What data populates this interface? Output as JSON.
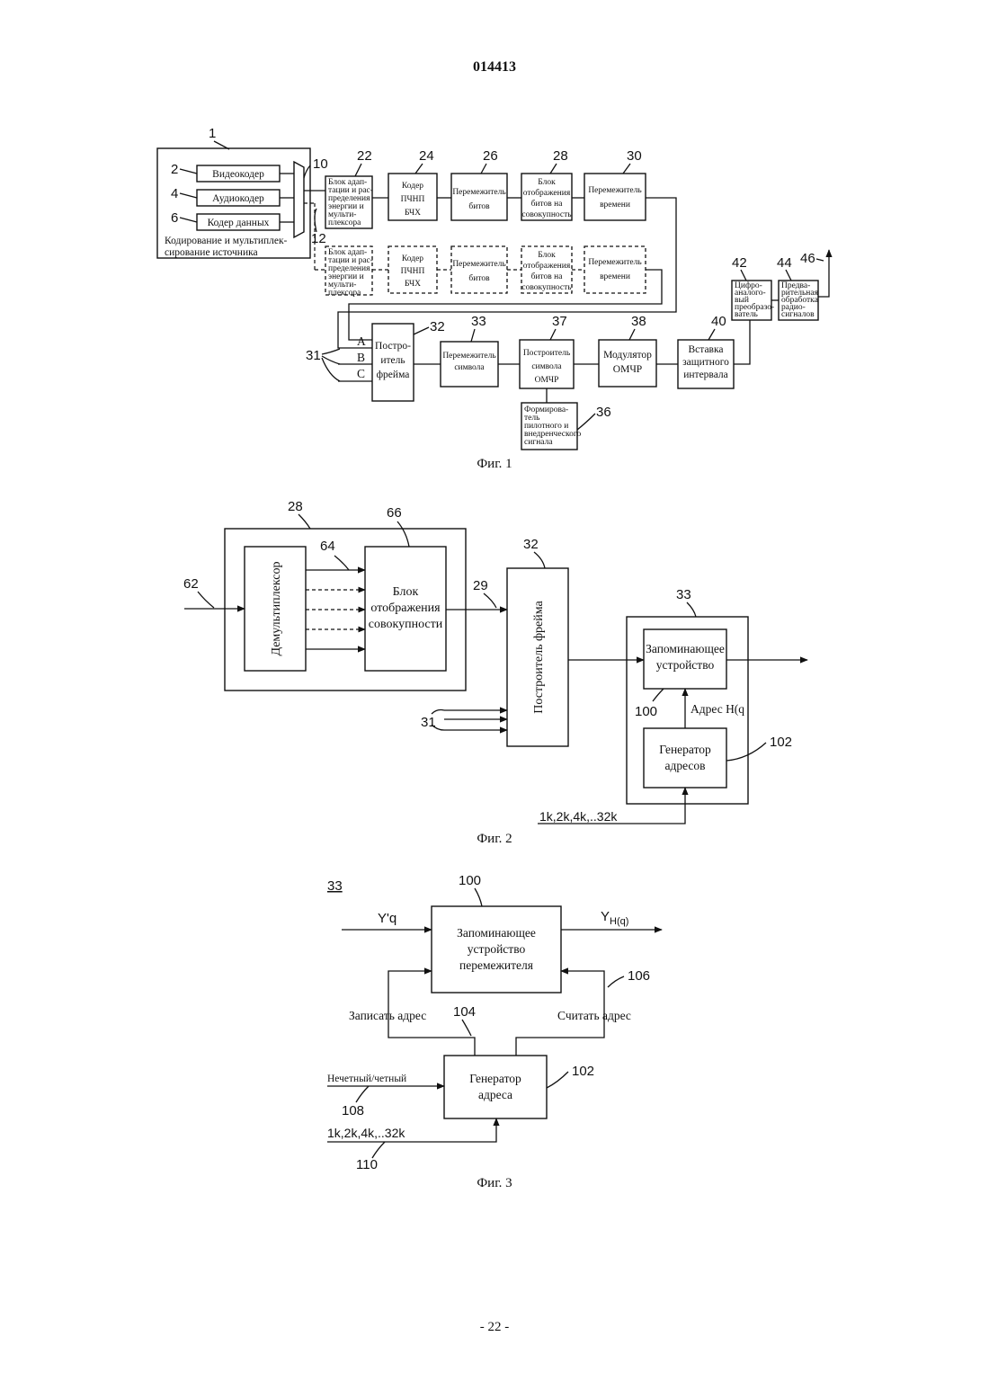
{
  "doc_number": "014413",
  "page_number": "- 22 -",
  "fig1": {
    "caption": "Фиг. 1",
    "source_block": {
      "ref": "1",
      "label_line1": "Кодирование и мультиплек-",
      "label_line2": "сирование источника",
      "video": {
        "ref": "2",
        "label": "Видеокодер"
      },
      "audio": {
        "ref": "4",
        "label": "Аудиокодер"
      },
      "data": {
        "ref": "6",
        "label": "Кодер данных"
      },
      "mux_ref": "10",
      "line_ref": "12"
    },
    "adapt": {
      "ref": "22",
      "lines": [
        "Блок адап-",
        "тации и рас-",
        "пределения",
        "энергии и",
        "мульти-",
        "плексора"
      ]
    },
    "fec": {
      "ref": "24",
      "lines": [
        "Кодер",
        "ПЧНП",
        "БЧХ"
      ]
    },
    "bit_il": {
      "ref": "26",
      "lines": [
        "Перемежитель",
        "битов"
      ]
    },
    "bit_map": {
      "ref": "28",
      "lines": [
        "Блок",
        "отображения",
        "битов на",
        "совокупность"
      ]
    },
    "time_il": {
      "ref": "30",
      "lines": [
        "Перемежитель",
        "времени"
      ]
    },
    "adapt2": {
      "lines": [
        "Блок адап-",
        "тации и рас-",
        "пределения",
        "энергии и",
        "мульти-",
        "плексора"
      ]
    },
    "fec2": {
      "lines": [
        "Кодер",
        "ПЧНП",
        "БЧХ"
      ]
    },
    "bit_il2": {
      "lines": [
        "Перемежитель",
        "битов"
      ]
    },
    "bit_map2": {
      "lines": [
        "Блок",
        "отображения",
        "битов на",
        "совокупность"
      ]
    },
    "time_il2": {
      "lines": [
        "Перемежитель",
        "времени"
      ]
    },
    "frame": {
      "ref": "32",
      "lines": [
        "Постро-",
        "итель",
        "фрейма"
      ]
    },
    "inputs": {
      "ref": "31",
      "a": "A",
      "b": "B",
      "c": "C"
    },
    "sym_il": {
      "ref": "33",
      "lines": [
        "Перемежитель",
        "символа"
      ]
    },
    "ofdm_sym": {
      "ref": "37",
      "lines": [
        "Построитель",
        "символа",
        "ОМЧР"
      ]
    },
    "pilot": {
      "ref": "36",
      "lines": [
        "Формирова-",
        "тель",
        "пилотного и",
        "внедренческого",
        "сигнала"
      ]
    },
    "modulator": {
      "ref": "38",
      "lines": [
        "Модулятор",
        "ОМЧР"
      ]
    },
    "guard": {
      "ref": "40",
      "lines": [
        "Вставка",
        "защитного",
        "интервала"
      ]
    },
    "dac": {
      "ref": "42",
      "lines": [
        "Цифро-",
        "аналого-",
        "вый",
        "преобразо-",
        "ватель"
      ]
    },
    "rf": {
      "ref": "44",
      "lines": [
        "Предва-",
        "рительная",
        "обработка",
        "радио-",
        "сигналов"
      ]
    },
    "antenna_ref": "46"
  },
  "fig2": {
    "caption": "Фиг. 2",
    "mapper_outer_ref": "28",
    "input_ref": "62",
    "bus_ref": "64",
    "mapper_ref": "66",
    "demux_label": "Демультиплексор",
    "mapper_lines": [
      "Блок",
      "отображения",
      "совокупности"
    ],
    "link_ref": "29",
    "frame_ref": "32",
    "frame_label": "Построитель фрейма",
    "aux_ref": "31",
    "il_ref": "33",
    "memory_lines": [
      "Запоминающее",
      "устройство"
    ],
    "memory_ref": "100",
    "address_label": "Адрес H(q",
    "addrgen_lines": [
      "Генератор",
      "адресов"
    ],
    "addrgen_ref": "102",
    "modes": "1k,2k,4k,..32k"
  },
  "fig3": {
    "caption": "Фиг. 3",
    "title_ref": "33",
    "memory_ref": "100",
    "memory_lines": [
      "Запоминающее",
      "устройство",
      "перемежителя"
    ],
    "input_label": "Y'q",
    "output_label": "Y",
    "output_sub": "H(q)",
    "write_label": "Записать адрес",
    "write_ref": "104",
    "read_label": "Считать адрес",
    "read_ref": "106",
    "addrgen_lines": [
      "Генератор",
      "адреса"
    ],
    "addrgen_ref": "102",
    "oddeven_label": "Нечетный/четный",
    "oddeven_ref": "108",
    "modes": "1k,2k,4k,..32k",
    "modes_ref": "110"
  }
}
